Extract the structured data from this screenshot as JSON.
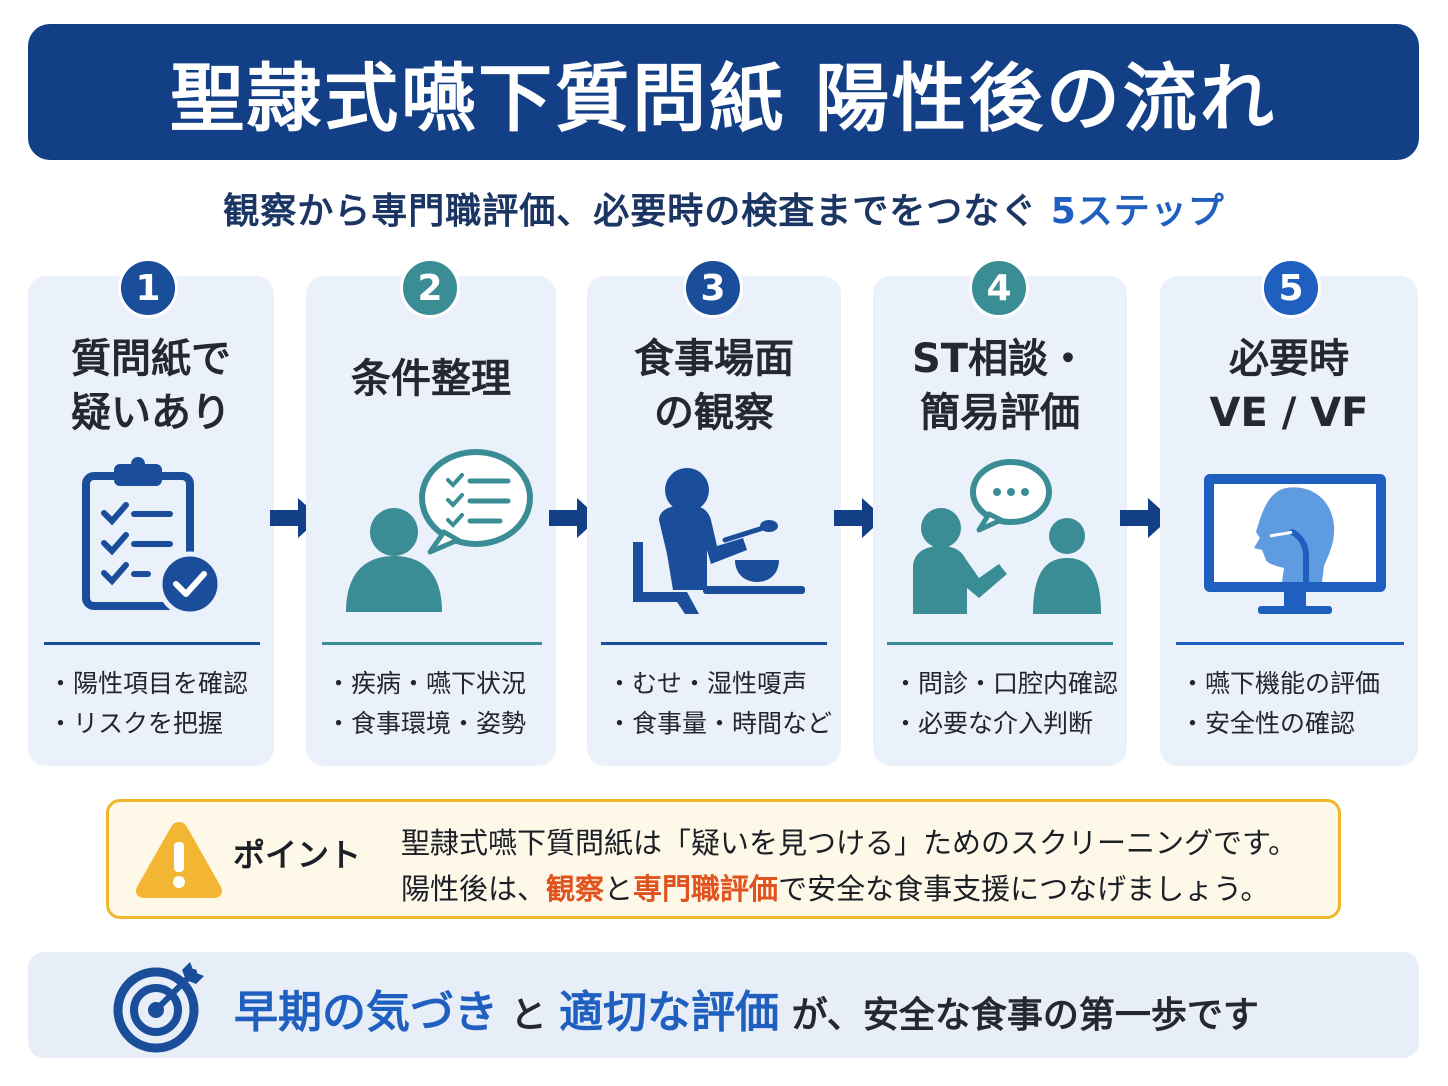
{
  "title": "聖隷式嚥下質問紙 陽性後の流れ",
  "subtitle": {
    "main": "観察から専門職評価、必要時の検査までをつなぐ ",
    "accent": "5ステップ"
  },
  "steps": [
    {
      "number": "1",
      "title": "質問紙で\n疑いあり",
      "bullets": [
        "陽性項目を確認",
        "リスクを把握"
      ],
      "icon": "clipboard-check-icon",
      "color": "#1a4d9a"
    },
    {
      "number": "2",
      "title": "条件整理",
      "bullets": [
        "疾病・嚥下状況",
        "食事環境・姿勢"
      ],
      "icon": "person-checklist-bubble-icon",
      "color": "#3a8d95"
    },
    {
      "number": "3",
      "title": "食事場面\nの観察",
      "bullets": [
        "むせ・湿性嗄声",
        "食事量・時間など"
      ],
      "icon": "person-eating-icon",
      "color": "#1a4d9a"
    },
    {
      "number": "4",
      "title": "ST相談・\n簡易評価",
      "bullets": [
        "問診・口腔内確認",
        "必要な介入判断"
      ],
      "icon": "two-people-conversation-icon",
      "color": "#3a8d95"
    },
    {
      "number": "5",
      "title": "必要時\nVE / VF",
      "bullets": [
        "嚥下機能の評価",
        "安全性の確認"
      ],
      "icon": "monitor-swallow-xray-icon",
      "color": "#1f5fbf"
    }
  ],
  "point": {
    "label": "ポイント",
    "line1": "聖隷式嚥下質問紙は「疑いを見つける」ためのスクリーニングです。",
    "line2_a": "陽性後は、",
    "line2_hl1": "観察",
    "line2_b": "と",
    "line2_hl2": "専門職評価",
    "line2_c": "で安全な食事支援につなげましょう。"
  },
  "banner": {
    "part1": "早期の気づき",
    "part2": " と ",
    "part3": "適切な評価",
    "part4": " が、安全な食事の第一歩です"
  },
  "colors": {
    "navy": "#123f86",
    "teal": "#3a8d95",
    "blue": "#1f5fbf",
    "highlight": "#e0531e",
    "warning": "#f0b72c"
  }
}
